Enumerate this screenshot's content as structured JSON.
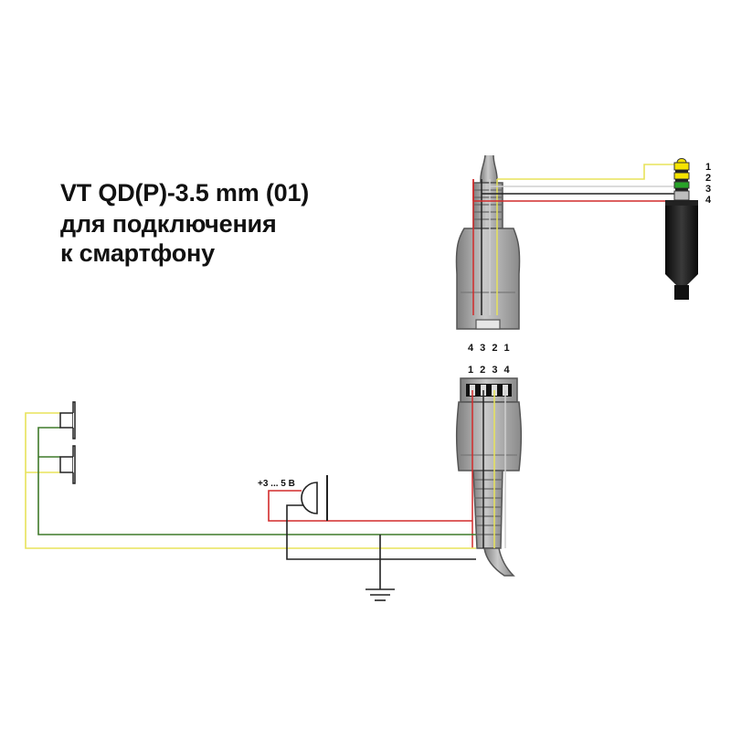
{
  "title": {
    "line1": "VT QD(P)-3.5 mm (01)",
    "line2": "для подключения",
    "line3": "к смартфону"
  },
  "jack": {
    "pin_labels": [
      "1",
      "2",
      "3",
      "4"
    ]
  },
  "qd_top": {
    "pin_labels": "4 3 2 1"
  },
  "qd_bottom": {
    "pin_labels": "1 2 3 4"
  },
  "microphone": {
    "supply_label": "+3 ... 5 В"
  },
  "colors": {
    "wire_red": "#d22b2b",
    "wire_yellow": "#e8e35a",
    "wire_green": "#3f7a2a",
    "wire_black": "#222222",
    "wire_white": "#cfcfcf",
    "connector_body": "#9a9a9a",
    "jack_tip_yellow": "#f5e400",
    "jack_ring_green": "#29a329"
  }
}
